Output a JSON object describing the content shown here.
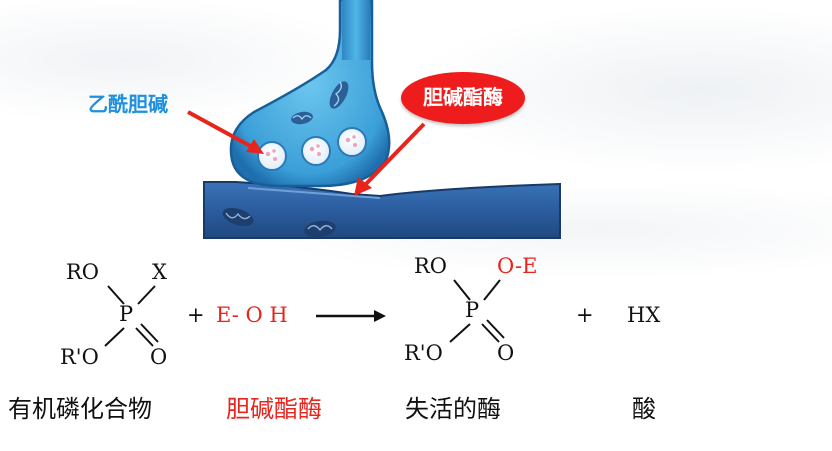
{
  "labels": {
    "acetylcholine": "乙酰胆碱",
    "cholinesterase_badge": "胆碱酯酶"
  },
  "equation": {
    "reactant1": {
      "ro": "RO",
      "x": "X",
      "p": "P",
      "r_prime_o": "R'O",
      "o": "O"
    },
    "plus1": "+",
    "reactant2": "E- O H",
    "product1": {
      "ro": "RO",
      "oe": "O-E",
      "p": "P",
      "r_prime_o": "R'O",
      "o": "O"
    },
    "plus2": "+",
    "product2": "HX"
  },
  "captions": {
    "organophosphate": "有机磷化合物",
    "enzyme": "胆碱酯酶",
    "inactivated_enzyme": "失活的酶",
    "acid": "酸"
  },
  "colors": {
    "neuron_blue": "#3aa5dc",
    "membrane_blue": "#2f66a8",
    "highlight_red": "#e8241c",
    "label_blue": "#1f8fe0"
  }
}
